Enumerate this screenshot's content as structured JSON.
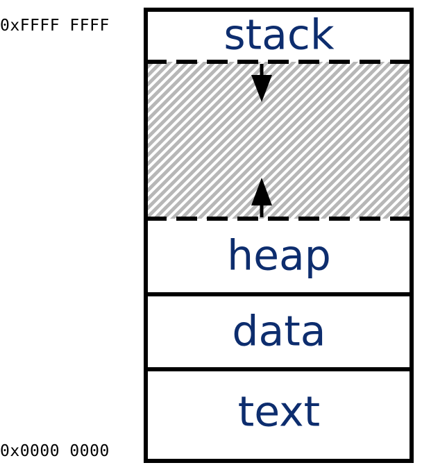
{
  "addresses": {
    "top": "0xFFFF FFFF",
    "bottom": "0x0000 0000"
  },
  "segments": {
    "stack": "stack",
    "heap": "heap",
    "data": "data",
    "text": "text"
  },
  "colors": {
    "label_text": "#0d2d6e",
    "outline": "#000000",
    "free_region_hatch": "#b7b7b7"
  }
}
